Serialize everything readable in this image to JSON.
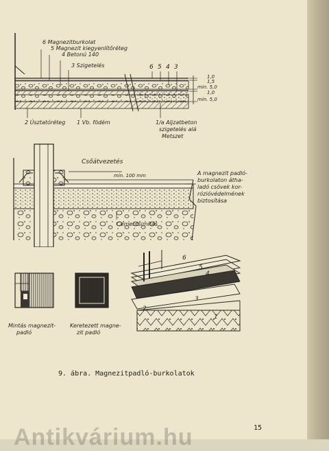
{
  "figure1": {
    "layers": [
      "6 Magnezitburkolat",
      "5 Magnezit kiegyenlítőréteg",
      "4 Betonú 140",
      "3 Szigetelés"
    ],
    "top_numbers": [
      "6",
      "5",
      "4",
      "3"
    ],
    "dimensions": [
      "1,0",
      "1,5",
      "min. 5,0",
      "1,0",
      "min. 5,0"
    ],
    "bottom_labels": [
      "2 Úsztatóréteg",
      "1 Vb. födém"
    ],
    "section_note": [
      "1/a Aljzatbeton",
      "szigetelés alá",
      "Metszet"
    ]
  },
  "figure2": {
    "title": "Csőátvezetés",
    "dimension": "min. 100 mm",
    "note": [
      "A magnezit padló-",
      "burkolaton átha-",
      "ladó csövek kor-",
      "rózióvédelmének",
      "biztosítása"
    ],
    "cement_label": "Cementsimítás"
  },
  "figure3": {
    "tile1_caption": [
      "Mintás magnezit-",
      "padló"
    ],
    "tile2_caption": [
      "Keretezett magne-",
      "zit padló"
    ],
    "iso_numbers": [
      "6",
      "5",
      "4",
      "3",
      "2",
      "1"
    ]
  },
  "caption": "9. ábra. Magnezitpadló-burkolatok",
  "page_number": "15",
  "watermark": "Antikvárium.hu"
}
